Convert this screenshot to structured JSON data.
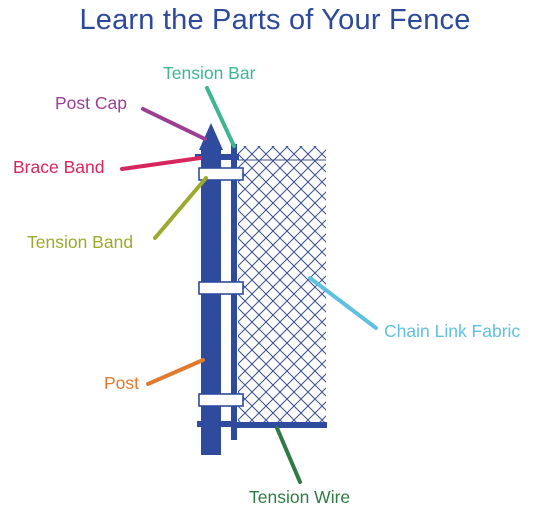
{
  "title": "Learn the Parts of Your Fence",
  "labels": {
    "post_cap": "Post Cap",
    "tension_bar": "Tension Bar",
    "brace_band": "Brace Band",
    "tension_band": "Tension Band",
    "chain_link_fabric": "Chain Link Fabric",
    "post": "Post",
    "tension_wire": "Tension Wire"
  },
  "colors": {
    "title": "#2d4a9a",
    "fence_blue": "#2e4b9e",
    "mesh": "#3a4f8c",
    "post_cap": "#9b3f95",
    "tension_bar": "#3fb591",
    "brace_band": "#d7265d",
    "tension_band": "#9caa2d",
    "chain_link_fabric": "#5fc0e0",
    "post": "#e07a2e",
    "tension_wire": "#2f7a45"
  }
}
